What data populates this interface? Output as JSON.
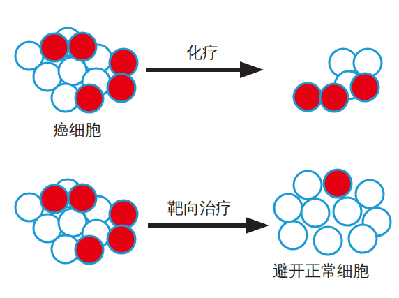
{
  "diagram": {
    "labels": [
      "化疗",
      "癌细胞",
      "靶向治疗",
      "避开正常细胞"
    ]
  }
}
